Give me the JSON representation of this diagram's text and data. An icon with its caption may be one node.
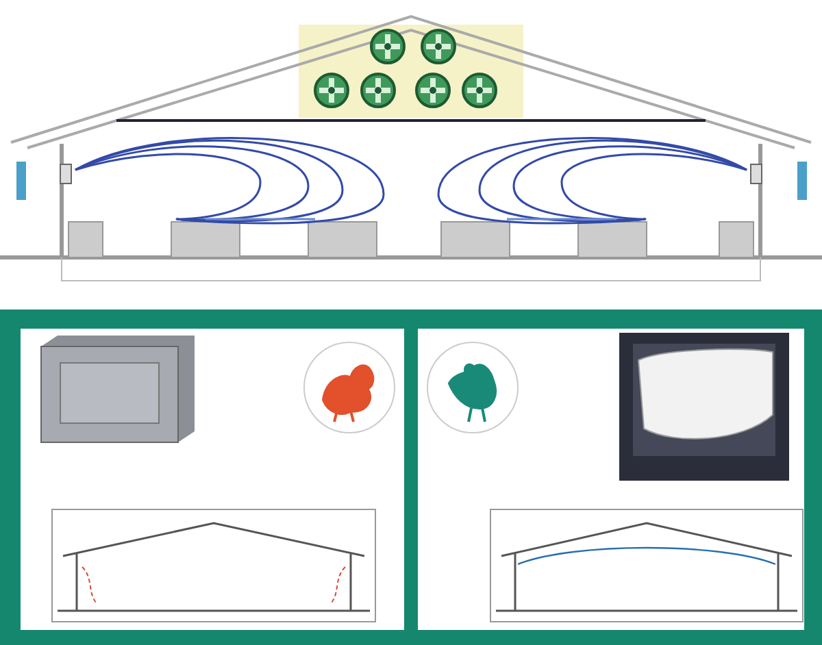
{
  "diagram": {
    "nodes": [
      {
        "text": [],
        "shape": "picture"
      },
      {
        "text": [],
        "shape": "picture"
      },
      {
        "text": [],
        "shape": "circle"
      },
      {
        "text": [],
        "shape": "circle"
      },
      {
        "text": [],
        "shape": "picture"
      },
      {
        "text": [],
        "shape": "picture"
      },
      {
        "text": [],
        "shape": "picture"
      }
    ]
  }
}
